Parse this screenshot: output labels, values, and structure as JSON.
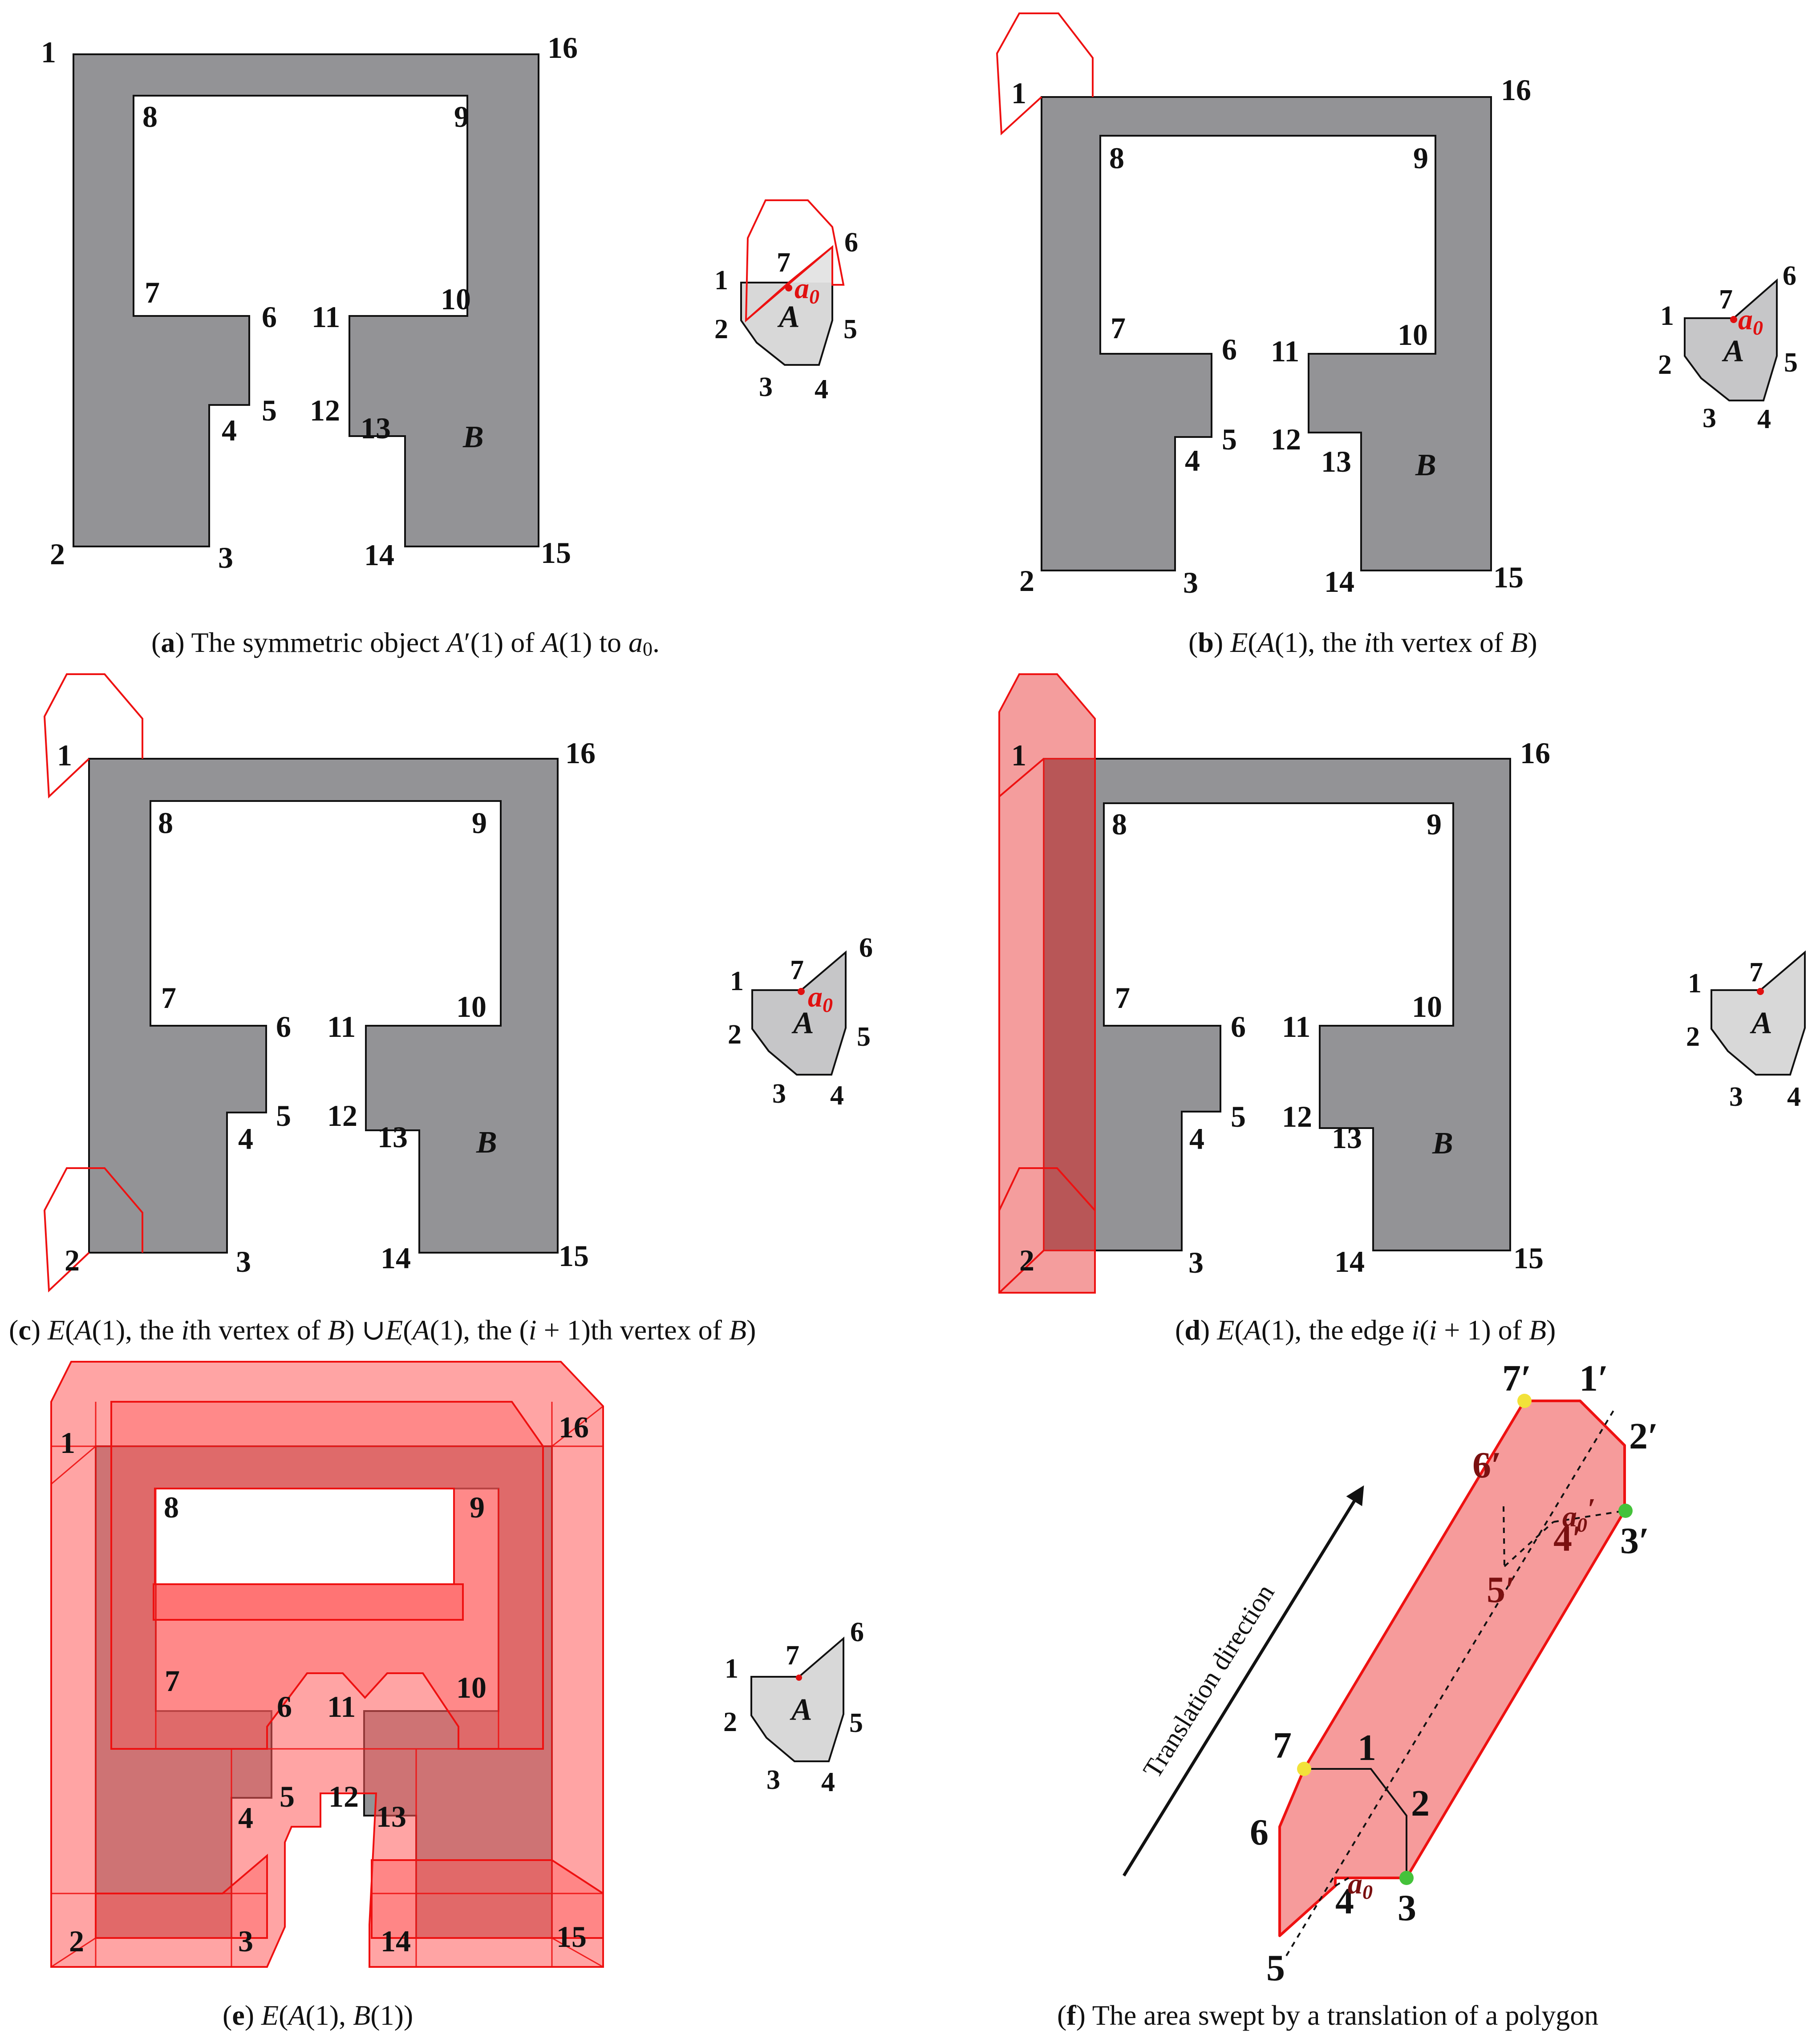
{
  "labels": {
    "vertices_b": [
      "1",
      "2",
      "3",
      "4",
      "5",
      "6",
      "7",
      "8",
      "9",
      "10",
      "11",
      "12",
      "13",
      "14",
      "15",
      "16"
    ],
    "vertices_a": [
      "1",
      "2",
      "3",
      "4",
      "5",
      "6",
      "7"
    ],
    "object_a": "A",
    "object_b": "B",
    "ref_point": "a",
    "ref_sub": "0",
    "ref_prime": "′",
    "swept_primes": [
      "1′",
      "2′",
      "3′",
      "4′",
      "5′",
      "6′",
      "7′"
    ],
    "direction": "Translation direction"
  },
  "captions": {
    "a": {
      "tag": "a",
      "pre": " The symmetric object ",
      "italic1": "A",
      "mid1": "′(1) of ",
      "italic2": "A",
      "mid2": "(1) to ",
      "italic3": "a",
      "sub": "0",
      "post": "."
    },
    "b": {
      "tag": "b",
      "italic1": "E",
      "mid1": "(",
      "italic2": "A",
      "mid2": "(1), the ",
      "italic3": "i",
      "mid3": "th vertex of ",
      "italic4": "B",
      "post": ")"
    },
    "c": {
      "tag": "c",
      "italic1": "E",
      "mid1": "(",
      "italic2": "A",
      "mid2": "(1), the ",
      "italic3": "i",
      "mid3": "th vertex of ",
      "italic4": "B",
      "mid4": ") ∪",
      "italic5": "E",
      "mid5": "(",
      "italic6": "A",
      "mid6": "(1), the (",
      "italic7": "i",
      "mid7": " + 1)th vertex of ",
      "italic8": "B",
      "post": ")"
    },
    "d": {
      "tag": "d",
      "italic1": "E",
      "mid1": "(",
      "italic2": "A",
      "mid2": "(1), the edge ",
      "italic3": "i",
      "mid3": "(",
      "italic4": "i",
      "mid4": " + 1) of ",
      "italic5": "B",
      "post": ")"
    },
    "e": {
      "tag": "e",
      "italic1": "E",
      "mid1": "(",
      "italic2": "A",
      "mid2": "(1), ",
      "italic3": "B",
      "post": "(1))"
    },
    "f": {
      "tag": "f",
      "text": " The area swept by a translation of a polygon"
    }
  },
  "colors": {
    "obstacle": "#939396",
    "small_polygon": "#d8d8d8",
    "small_polygon_dark": "#c6c6c8",
    "expand_outline": "#ee1111",
    "expand_fill": "#ff5a5a",
    "swept_fill": "#f48a8a",
    "ref_point": "#e01010",
    "marker_yellow": "#f2e23a",
    "marker_green": "#44c23a"
  }
}
